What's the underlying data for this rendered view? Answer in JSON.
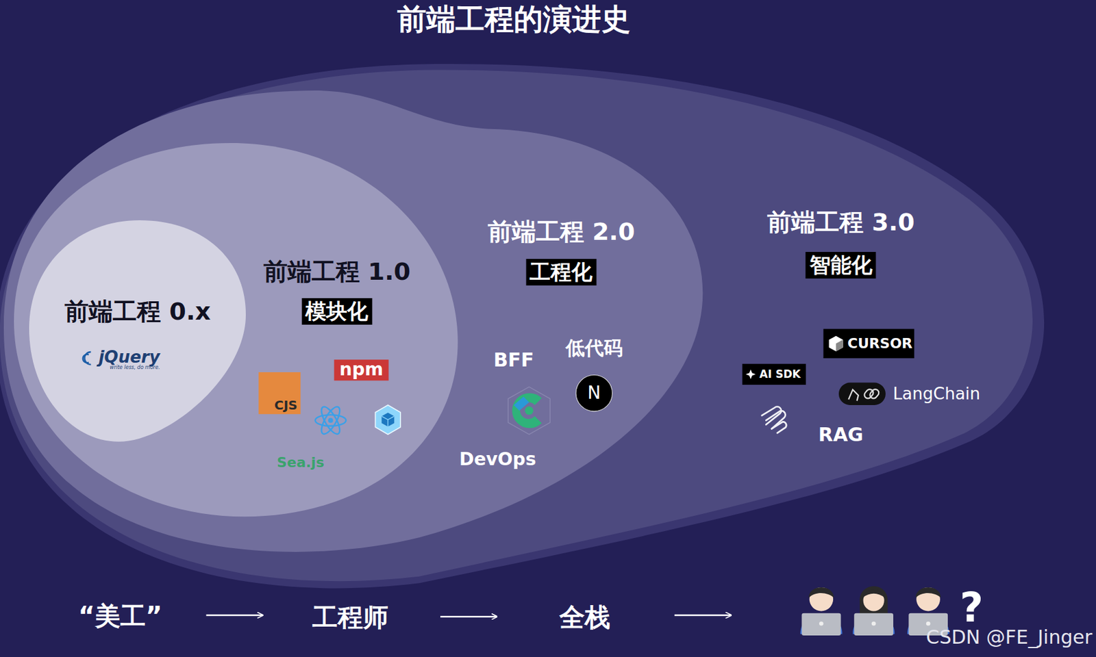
{
  "diagram": {
    "title": "前端工程的演进史",
    "nodes": [
      {
        "text": [
          "前端工程 3.0",
          "智能化"
        ]
      },
      {
        "text": [
          "前端工程 2.0",
          "工程化"
        ],
        "in": 0
      },
      {
        "text": [
          "前端工程 1.0",
          "模块化"
        ],
        "in": 1
      },
      {
        "text": [
          "前端工程 0.x"
        ],
        "in": 2
      }
    ],
    "labels": [
      "jQuery",
      "write less, do more.",
      "CJS",
      "npm",
      "Sea.js",
      "BFF",
      "低代码",
      "N",
      "DevOps",
      "CURSOR",
      "AI SDK",
      "LangChain",
      "RAG",
      "“美工”",
      "工程师",
      "全栈",
      "?",
      "CSDN @FE_Jinger"
    ]
  }
}
